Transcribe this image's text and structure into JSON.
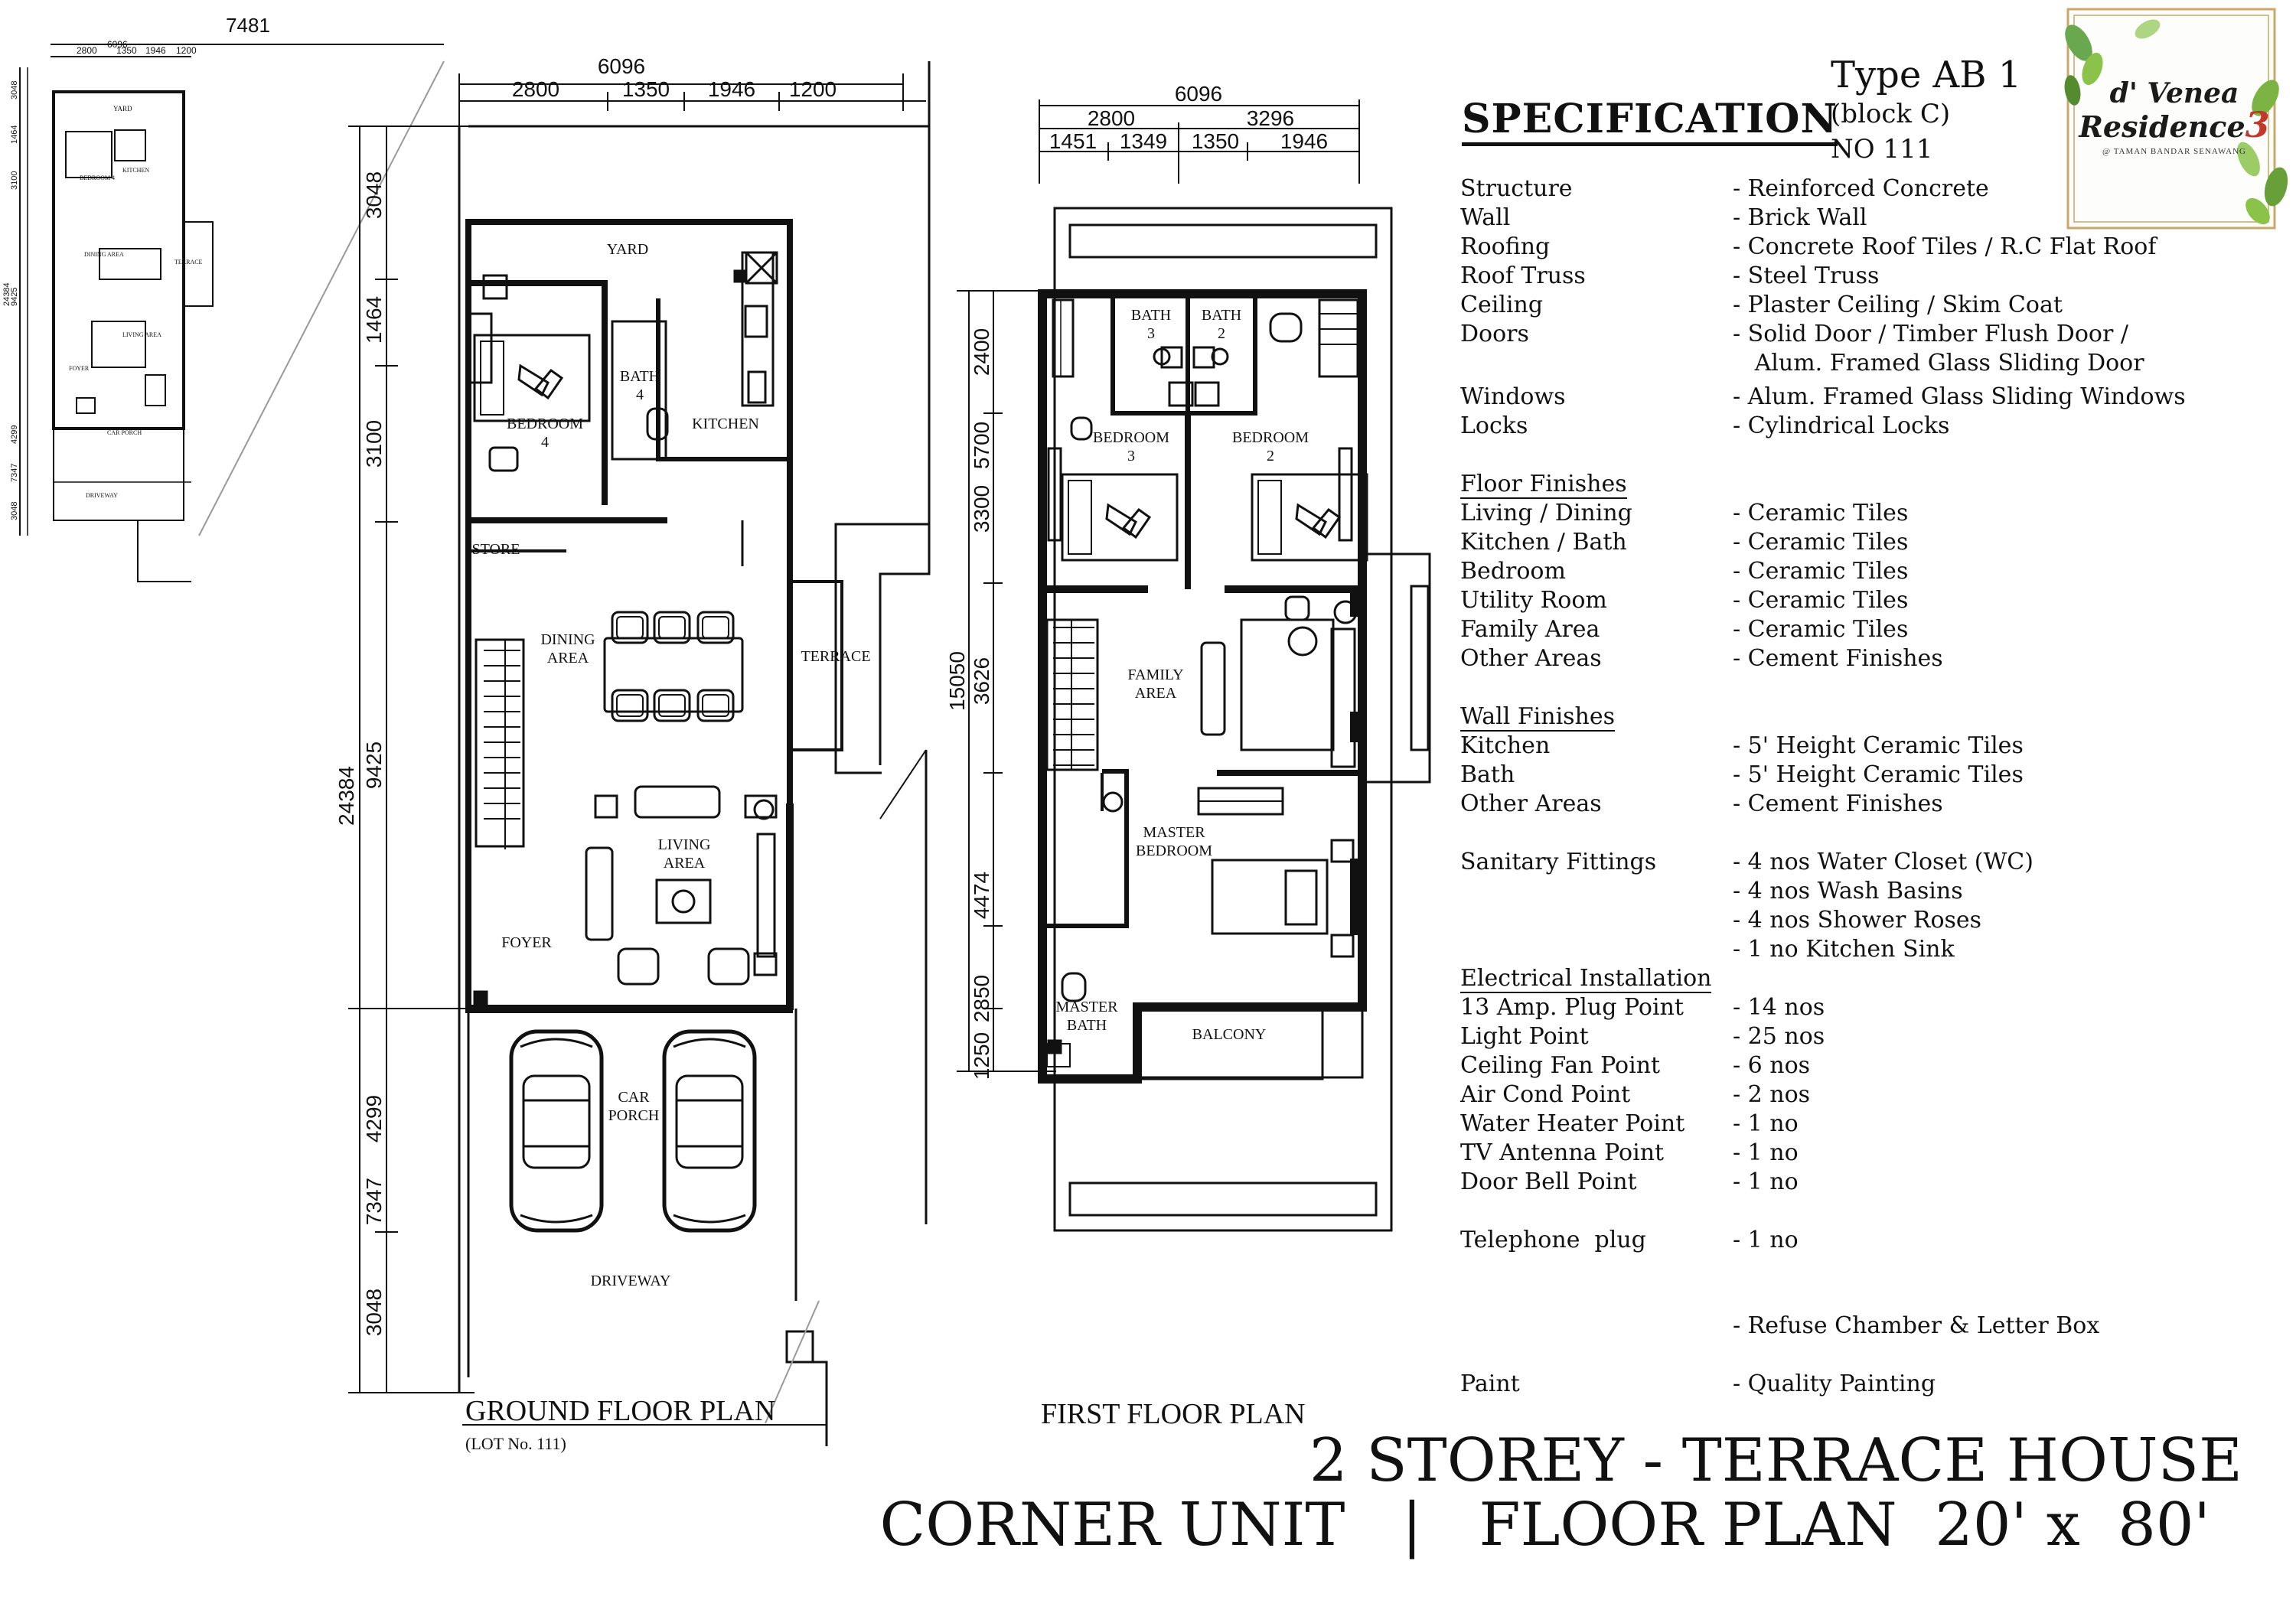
{
  "key_plan": {
    "overall": "7481",
    "dims": [
      "2800",
      "6096",
      "1350",
      "1946",
      "1200"
    ],
    "side": [
      "3048",
      "1464",
      "3100",
      "24384",
      "9425",
      "4299",
      "7347",
      "3048"
    ],
    "rooms": [
      "YARD",
      "BEDROOM 4",
      "KITCHEN",
      "DINING AREA",
      "TERRACE",
      "LIVING AREA",
      "FOYER",
      "CAR PORCH",
      "DRIVEWAY"
    ]
  },
  "ground_floor": {
    "title": "GROUND FLOOR PLAN",
    "lot": "(LOT No. 111)",
    "top_dims": {
      "total": "6096",
      "segments": [
        "2800",
        "1350",
        "1946",
        "1200"
      ]
    },
    "side_dims": {
      "total": "24384",
      "sub": "9425",
      "sub2": "7347",
      "segments": [
        "3048",
        "1464",
        "3100",
        "4299",
        "3048"
      ]
    },
    "rooms": {
      "yard": "YARD",
      "bedroom": "BEDROOM",
      "bedroom_no": "4",
      "bath": "BATH",
      "bath_no": "4",
      "kitchen": "KITCHEN",
      "store": "STORE",
      "dining": "DINING",
      "dining2": "AREA",
      "terrace": "TERRACE",
      "living": "LIVING",
      "living2": "AREA",
      "foyer": "FOYER",
      "car": "CAR",
      "porch": "PORCH",
      "driveway": "DRIVEWAY"
    }
  },
  "first_floor": {
    "title": "FIRST FLOOR PLAN",
    "top_dims": {
      "total": "6096",
      "left": "2800",
      "right": "3296",
      "segments": [
        "1451",
        "1349",
        "1350",
        "1946"
      ]
    },
    "side_dims": {
      "total": "15050",
      "segments": [
        "2400",
        "5700",
        "3300",
        "3626",
        "4474",
        "2850",
        "1250"
      ]
    },
    "rooms": {
      "bath3": "BATH",
      "bath3_no": "3",
      "bath2": "BATH",
      "bath2_no": "2",
      "bedroom3": "BEDROOM",
      "bedroom3_no": "3",
      "bedroom2": "BEDROOM",
      "bedroom2_no": "2",
      "family": "FAMILY",
      "family2": "AREA",
      "master": "MASTER",
      "master2": "BEDROOM",
      "master_bath": "MASTER",
      "master_bath2": "BATH",
      "balcony": "BALCONY"
    }
  },
  "type_info": {
    "title": "Type AB 1",
    "block": "(block C)",
    "number": "NO 111"
  },
  "logo": {
    "line1": "d' Venea",
    "line2": "Residence",
    "number": "3",
    "tagline": "@ TAMAN BANDAR SENAWANG"
  },
  "specification": {
    "heading": "SPECIFICATION",
    "general": [
      {
        "label": "Structure",
        "value": "-  Reinforced Concrete"
      },
      {
        "label": "Wall",
        "value": "-  Brick Wall"
      },
      {
        "label": "Roofing",
        "value": "-  Concrete Roof Tiles / R.C Flat Roof"
      },
      {
        "label": "Roof Truss",
        "value": "-  Steel Truss"
      },
      {
        "label": "Ceiling",
        "value": "-  Plaster Ceiling / Skim Coat"
      },
      {
        "label": "Doors",
        "value": "-  Solid Door / Timber Flush Door /"
      },
      {
        "label": "",
        "value": "   Alum. Framed Glass Sliding Door"
      }
    ],
    "general2": [
      {
        "label": "Windows",
        "value": "-  Alum. Framed Glass Sliding Windows"
      },
      {
        "label": "Locks",
        "value": "-  Cylindrical Locks"
      }
    ],
    "floor_title": "Floor Finishes",
    "floor": [
      {
        "label": "Living / Dining",
        "value": "-  Ceramic Tiles"
      },
      {
        "label": "Kitchen / Bath",
        "value": "-  Ceramic Tiles"
      },
      {
        "label": "Bedroom",
        "value": "-  Ceramic Tiles"
      },
      {
        "label": "Utility Room",
        "value": "-  Ceramic Tiles"
      },
      {
        "label": "Family Area",
        "value": "-  Ceramic Tiles"
      },
      {
        "label": "Other Areas",
        "value": "-  Cement Finishes"
      }
    ],
    "wall_title": "Wall Finishes",
    "wall": [
      {
        "label": "Kitchen",
        "value": "-  5' Height Ceramic Tiles"
      },
      {
        "label": "Bath",
        "value": "-  5' Height Ceramic Tiles"
      },
      {
        "label": "Other Areas",
        "value": "-  Cement Finishes"
      }
    ],
    "sanitary": [
      {
        "label": "Sanitary Fittings",
        "value": "-  4 nos Water Closet (WC)"
      },
      {
        "label": "",
        "value": "-  4 nos Wash Basins"
      },
      {
        "label": "",
        "value": "-  4 nos Shower Roses"
      },
      {
        "label": "",
        "value": "-  1 no Kitchen Sink"
      }
    ],
    "electrical_title": "Electrical Installation",
    "electrical": [
      {
        "label": "13 Amp. Plug Point",
        "value": "-  14 nos"
      },
      {
        "label": "Light Point",
        "value": "-  25 nos"
      },
      {
        "label": "Ceiling Fan Point",
        "value": "-  6 nos"
      },
      {
        "label": "Air Cond Point",
        "value": "-  2 nos"
      },
      {
        "label": "Water Heater Point",
        "value": "-  1 no"
      },
      {
        "label": "TV Antenna Point",
        "value": "-  1 no"
      },
      {
        "label": "Door Bell Point",
        "value": "-  1 no"
      }
    ],
    "telephone": {
      "label": "Telephone  plug",
      "value": "-  1 no"
    },
    "refuse": {
      "label": "",
      "value": "-  Refuse Chamber & Letter Box"
    },
    "paint": {
      "label": "Paint",
      "value": "-  Quality Painting"
    }
  },
  "footer": {
    "line1": "2 STOREY  - TERRACE HOUSE",
    "line2": "CORNER UNIT   |   FLOOR PLAN  20' x  80'"
  }
}
